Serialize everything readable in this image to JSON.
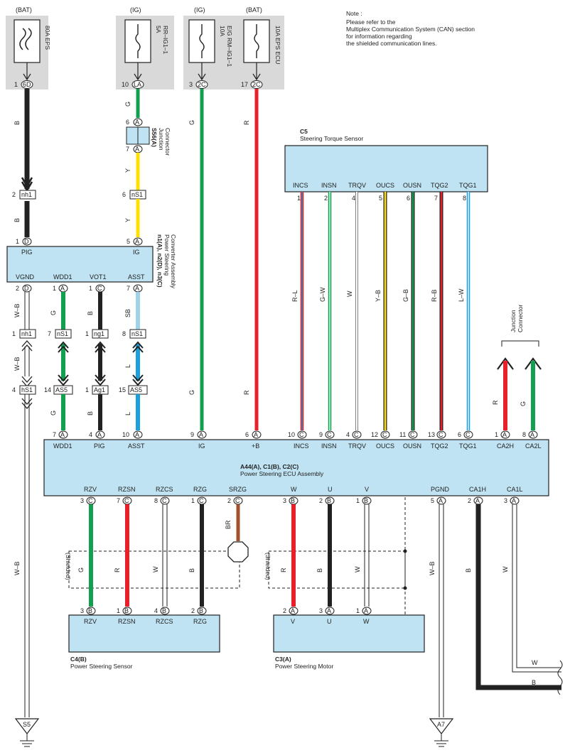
{
  "note": {
    "heading": "Note :",
    "lines": [
      "Please refer to the",
      "Multiplex Communication System (CAN) section",
      "for information regarding",
      "the shielded communication lines."
    ]
  },
  "fuses": [
    {
      "supply": "(BAT)",
      "name": "80A EPS",
      "pin_num": "1",
      "pin_code": "6D"
    },
    {
      "supply": "(IG)",
      "name": "5A RR-IG1-1",
      "name_l1": "5A",
      "name_l2": "RR–IG1–1",
      "pin_num": "10",
      "pin_code": "LA"
    },
    {
      "supply": "(IG)",
      "name": "10A E/G RM-IG1-1",
      "name_l1": "10A",
      "name_l2": "E/G RM–IG1–1",
      "pin_num": "3",
      "pin_code": "2C"
    },
    {
      "supply": "(BAT)",
      "name": "10A EPS ECU",
      "pin_num": "17",
      "pin_code": "2C"
    }
  ],
  "junction_s56": {
    "id": "S56(A)",
    "l1": "Junction",
    "l2": "Connector",
    "pin_top": "6",
    "pin_bottom": "7",
    "code": "A"
  },
  "converter": {
    "id": "n1(A), n2(D), n3(C)",
    "name_l1": "Power Steering",
    "name_l2": "Converter Assembly",
    "top_pins": [
      {
        "label": "PIG",
        "num": "1",
        "code": "D"
      },
      {
        "label": "IG",
        "num": "5",
        "code": "A"
      }
    ],
    "bottom_pins": [
      {
        "label": "VGND",
        "num": "2",
        "code": "D"
      },
      {
        "label": "WDD1",
        "num": "1",
        "code": "A"
      },
      {
        "label": "VOT1",
        "num": "1",
        "code": "C"
      },
      {
        "label": "ASST",
        "num": "7",
        "code": "A"
      }
    ]
  },
  "sensor_c5": {
    "id": "C5",
    "name": "Steering Torque Sensor",
    "pins": [
      {
        "label": "INCS",
        "num": "1",
        "wire": "R–L"
      },
      {
        "label": "INSN",
        "num": "2",
        "wire": "G–W"
      },
      {
        "label": "TRQV",
        "num": "4",
        "wire": "W"
      },
      {
        "label": "OUCS",
        "num": "5",
        "wire": "Y–B"
      },
      {
        "label": "OUSN",
        "num": "6",
        "wire": "G–B"
      },
      {
        "label": "TQG2",
        "num": "7",
        "wire": "R–B"
      },
      {
        "label": "TQG1",
        "num": "8",
        "wire": "L–W"
      }
    ]
  },
  "wire_labels": {
    "b": "B",
    "g": "G",
    "y": "Y",
    "r": "R",
    "w": "W",
    "sb": "SB",
    "l": "L",
    "wb": "W–B",
    "br": "BR"
  },
  "inline_connectors": {
    "nh1": "nh1",
    "nS1": "nS1",
    "ng1": "ng1",
    "hS1": "hS1",
    "AS5": "AS5",
    "Ag1": "Ag1",
    "nh1_pin": "2",
    "nS1_pin": "6",
    "row2": [
      {
        "num": "1",
        "code": "nh1"
      },
      {
        "num": "7",
        "code": "nS1"
      },
      {
        "num": "1",
        "code": "ng1"
      },
      {
        "num": "8",
        "code": "nS1"
      }
    ],
    "row3": [
      {
        "num": "4",
        "code": "hS1"
      },
      {
        "num": "14",
        "code": "AS5"
      },
      {
        "num": "1",
        "code": "Ag1"
      },
      {
        "num": "15",
        "code": "AS5"
      }
    ]
  },
  "ecu": {
    "id": "A44(A), C1(B), C2(C)",
    "name": "Power Steering ECU Assembly",
    "top_pins": [
      {
        "label": "WDD1",
        "num": "7",
        "code": "A"
      },
      {
        "label": "PIG",
        "num": "4",
        "code": "A"
      },
      {
        "label": "ASST",
        "num": "10",
        "code": "A"
      },
      {
        "label": "IG",
        "num": "9",
        "code": "A"
      },
      {
        "label": "+B",
        "num": "6",
        "code": "A"
      },
      {
        "label": "INCS",
        "num": "10",
        "code": "C"
      },
      {
        "label": "INSN",
        "num": "9",
        "code": "C"
      },
      {
        "label": "TRQV",
        "num": "4",
        "code": "C"
      },
      {
        "label": "OUCS",
        "num": "12",
        "code": "C"
      },
      {
        "label": "OUSN",
        "num": "11",
        "code": "C"
      },
      {
        "label": "TQG2",
        "num": "13",
        "code": "C"
      },
      {
        "label": "TQG1",
        "num": "6",
        "code": "C"
      },
      {
        "label": "CA2H",
        "num": "1",
        "code": "A"
      },
      {
        "label": "CA2L",
        "num": "8",
        "code": "A"
      }
    ],
    "bottom_pins": [
      {
        "label": "RZV",
        "num": "3",
        "code": "C"
      },
      {
        "label": "RZSN",
        "num": "7",
        "code": "C"
      },
      {
        "label": "RZCS",
        "num": "8",
        "code": "C"
      },
      {
        "label": "RZG",
        "num": "1",
        "code": "C"
      },
      {
        "label": "SRZG",
        "num": "2",
        "code": "C"
      },
      {
        "label": "W",
        "num": "3",
        "code": "B"
      },
      {
        "label": "U",
        "num": "2",
        "code": "B"
      },
      {
        "label": "V",
        "num": "1",
        "code": "B"
      },
      {
        "label": "PGND",
        "num": "5",
        "code": "A"
      },
      {
        "label": "CA1H",
        "num": "2",
        "code": "A"
      },
      {
        "label": "CA1L",
        "num": "3",
        "code": "A"
      }
    ]
  },
  "junction_right": {
    "l1": "Junction",
    "l2": "Connector"
  },
  "sensor_c4": {
    "id": "C4(B)",
    "name": "Power Steering Sensor",
    "pins": [
      {
        "label": "RZV",
        "num": "3",
        "code": "B"
      },
      {
        "label": "RZSN",
        "num": "1",
        "code": "B"
      },
      {
        "label": "RZCS",
        "num": "4",
        "code": "B"
      },
      {
        "label": "RZG",
        "num": "2",
        "code": "B"
      }
    ]
  },
  "motor_c3": {
    "id": "C3(A)",
    "name": "Power Steering Motor",
    "pins": [
      {
        "label": "V",
        "num": "2",
        "code": "A"
      },
      {
        "label": "U",
        "num": "3",
        "code": "A"
      },
      {
        "label": "W",
        "num": "1",
        "code": "A"
      }
    ]
  },
  "shielded": "(Shielded)",
  "grounds": {
    "left": "S5",
    "right": "A7"
  },
  "colors": {
    "box_fill": "#bfe3f2",
    "fuse_bg": "#d9d9d9",
    "green": "#10a050",
    "red": "#e8202a",
    "yellow": "#ffe000",
    "sky": "#9fd3ea",
    "blue": "#1aa0dc",
    "brown": "#a0522d",
    "black": "#222222"
  }
}
